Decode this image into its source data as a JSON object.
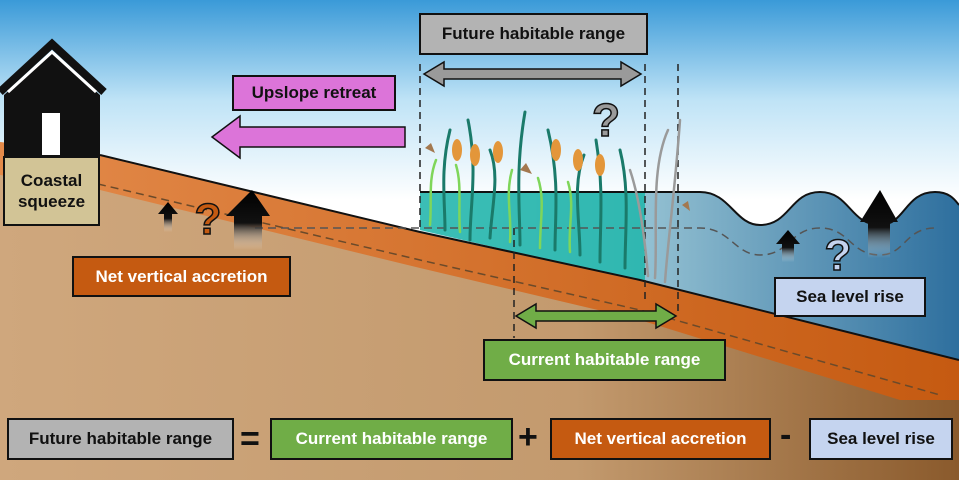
{
  "labels": {
    "future_range": "Future habitable range",
    "upslope_retreat": "Upslope retreat",
    "coastal_squeeze": "Coastal squeeze",
    "net_vertical_accretion": "Net vertical accretion",
    "sea_level_rise": "Sea level rise",
    "current_range": "Current habitable range"
  },
  "equation": {
    "term1": "Future habitable range",
    "op1": "=",
    "term2": "Current habitable range",
    "op2": "+",
    "term3": "Net vertical accretion",
    "op3": "-",
    "term4": "Sea level rise"
  },
  "question_mark": "?",
  "colors": {
    "sky_top": "#3a9ad8",
    "soil": "#c9a27a",
    "sediment_layer": "#c55a11",
    "water": "#3d82b5",
    "marsh_water": "#1fb5aa",
    "upslope_arrow": "#dc74d9",
    "range_arrow_future": "#9a9a9a",
    "range_arrow_current": "#70ad47"
  }
}
